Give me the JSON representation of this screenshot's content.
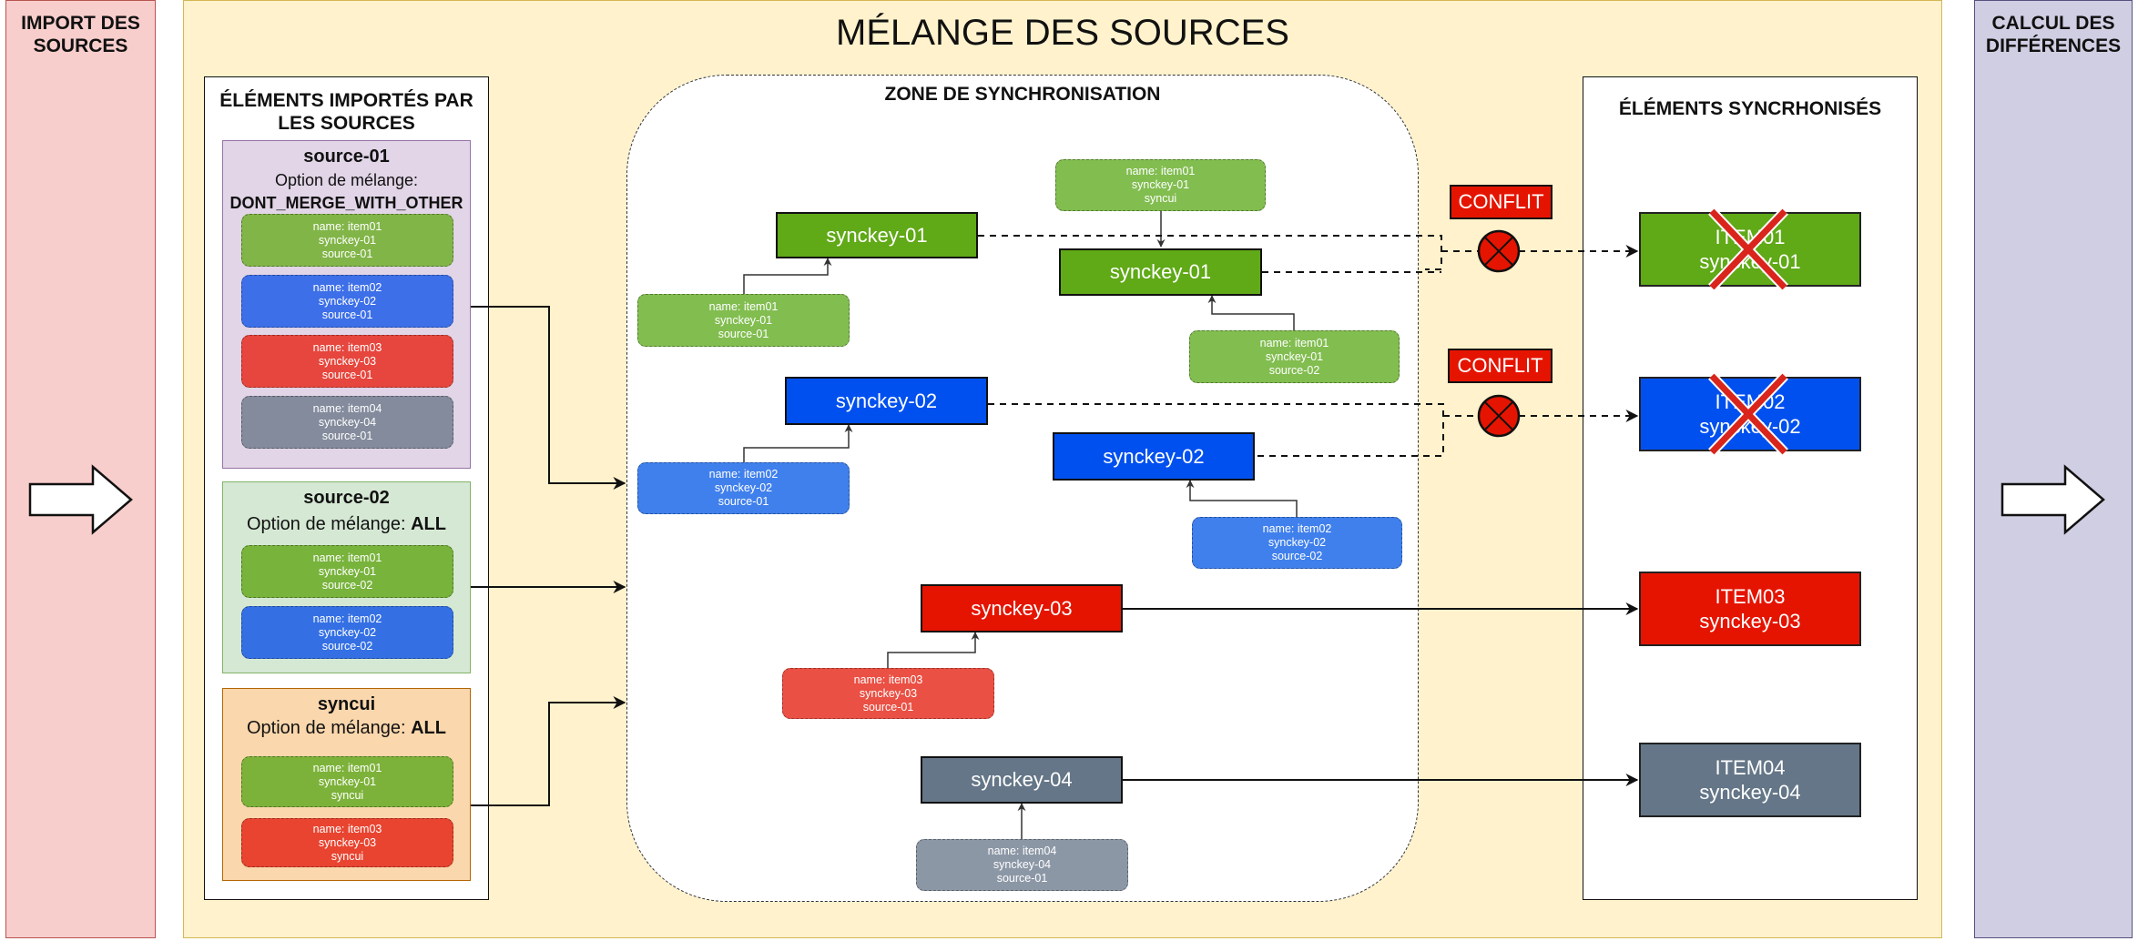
{
  "phases": {
    "left": "IMPORT DES SOURCES",
    "main": "MÉLANGE DES SOURCES",
    "right": "CALCUL DES DIFFÉRENCES"
  },
  "colors": {
    "green": "#60a917",
    "blue": "#0050ef",
    "red": "#e51400",
    "grey": "#647687",
    "item_green": "#82b548",
    "item_blue": "#3d7ce8",
    "item_red": "#e6463d",
    "item_grey": "#8590a0",
    "conflict": "#e51400"
  },
  "imported_panel": {
    "title": "ÉLÉMENTS IMPORTÉS PAR LES SOURCES",
    "sources": [
      {
        "name": "source-01",
        "option_label": "Option de mélange:",
        "option_value": "DONT_MERGE_WITH_OTHER",
        "items": [
          {
            "name": "name: item01",
            "key": "synckey-01",
            "source": "source-01",
            "color": "green"
          },
          {
            "name": "name: item02",
            "key": "synckey-02",
            "source": "source-01",
            "color": "blue"
          },
          {
            "name": "name: item03",
            "key": "synckey-03",
            "source": "source-01",
            "color": "red"
          },
          {
            "name": "name: item04",
            "key": "synckey-04",
            "source": "source-01",
            "color": "grey"
          }
        ]
      },
      {
        "name": "source-02",
        "option_label": "Option de mélange:",
        "option_value": "ALL",
        "items": [
          {
            "name": "name: item01",
            "key": "synckey-01",
            "source": "source-02",
            "color": "green"
          },
          {
            "name": "name: item02",
            "key": "synckey-02",
            "source": "source-02",
            "color": "blue"
          }
        ]
      },
      {
        "name": "syncui",
        "option_label": "Option de mélange:",
        "option_value": "ALL",
        "items": [
          {
            "name": "name: item01",
            "key": "synckey-01",
            "source": "syncui",
            "color": "green"
          },
          {
            "name": "name: item03",
            "key": "synckey-03",
            "source": "syncui",
            "color": "red"
          }
        ]
      }
    ]
  },
  "sync_zone": {
    "title": "ZONE DE SYNCHRONISATION",
    "keys": [
      {
        "label": "synckey-01",
        "color": "green"
      },
      {
        "label": "synckey-01",
        "color": "green"
      },
      {
        "label": "synckey-02",
        "color": "blue"
      },
      {
        "label": "synckey-02",
        "color": "blue"
      },
      {
        "label": "synckey-03",
        "color": "red"
      },
      {
        "label": "synckey-04",
        "color": "grey"
      }
    ],
    "items": [
      {
        "name": "name: item01",
        "key": "synckey-01",
        "source": "source-01"
      },
      {
        "name": "name: item01",
        "key": "synckey-01",
        "source": "syncui"
      },
      {
        "name": "name: item01",
        "key": "synckey-01",
        "source": "source-02"
      },
      {
        "name": "name: item02",
        "key": "synckey-02",
        "source": "source-01"
      },
      {
        "name": "name: item02",
        "key": "synckey-02",
        "source": "source-02"
      },
      {
        "name": "name: item03",
        "key": "synckey-03",
        "source": "source-01"
      },
      {
        "name": "name: item04",
        "key": "synckey-04",
        "source": "source-01"
      }
    ]
  },
  "conflicts": [
    {
      "label": "CONFLIT"
    },
    {
      "label": "CONFLIT"
    }
  ],
  "synced_panel": {
    "title": "ÉLÉMENTS SYNCRHONISÉS",
    "results": [
      {
        "line1": "ITEM01",
        "line2": "synckey-01",
        "crossed": true
      },
      {
        "line1": "ITEM02",
        "line2": "synckey-02",
        "crossed": true
      },
      {
        "line1": "ITEM03",
        "line2": "synckey-03",
        "crossed": false
      },
      {
        "line1": "ITEM04",
        "line2": "synckey-04",
        "crossed": false
      }
    ]
  }
}
